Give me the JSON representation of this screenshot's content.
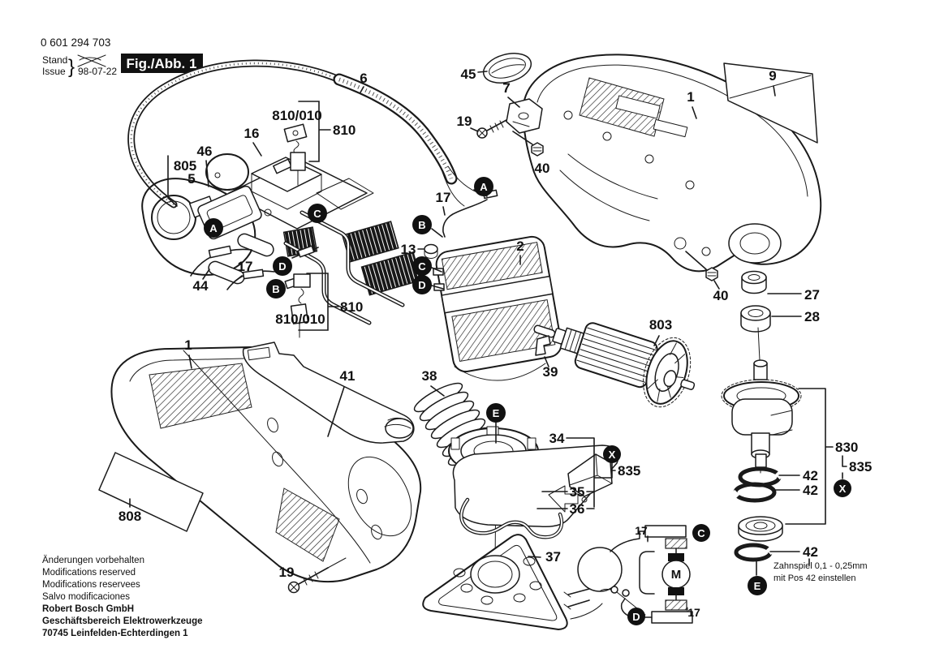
{
  "colors": {
    "ink": "#1a1a1a",
    "paper": "#ffffff"
  },
  "doc": {
    "part_number": "0 601 294 703",
    "stand": "Stand",
    "issue": "Issue",
    "brace": "}",
    "date": "98-07-22",
    "figure": "Fig./Abb. 1"
  },
  "markers": {
    "A": "A",
    "B": "B",
    "C": "C",
    "D": "D",
    "E": "E",
    "X": "X",
    "M": "M"
  },
  "callouts": {
    "p45": "45",
    "p7": "7",
    "p19_top": "19",
    "p40_top": "40",
    "p1_top": "1",
    "p9": "9",
    "p6": "6",
    "p810_010_top": "810/010",
    "p810_top": "810",
    "p16": "16",
    "p46": "46",
    "p805": "805",
    "p5": "5",
    "p17_left": "17",
    "p44": "44",
    "p810_010_bot": "810/010",
    "p810_bot": "810",
    "p17_mid": "17",
    "p13": "13",
    "p2": "2",
    "p803": "803",
    "p39": "39",
    "p40_right": "40",
    "p27": "27",
    "p28": "28",
    "p1_left": "1",
    "p41": "41",
    "p38": "38",
    "p34": "34",
    "p835_mid": "835",
    "p35": "35",
    "p36": "36",
    "p37": "37",
    "p830": "830",
    "p835_right": "835",
    "p42_a": "42",
    "p42_b": "42",
    "p42_c": "42",
    "p808": "808",
    "p19_bot": "19",
    "p17_sch_top": "17",
    "p17_sch_bot": "17"
  },
  "note": {
    "line1": "Zahnspiel 0,1 - 0,25mm",
    "line2": "mit Pos 42 einstellen"
  },
  "footer": {
    "lines": [
      "Änderungen vorbehalten",
      "Modifications reserved",
      "Modifications reservees",
      "Salvo modificaciones"
    ],
    "company": [
      "Robert Bosch GmbH",
      "Geschäftsbereich Elektrowerkzeuge",
      "70745 Leinfelden-Echterdingen 1"
    ]
  }
}
